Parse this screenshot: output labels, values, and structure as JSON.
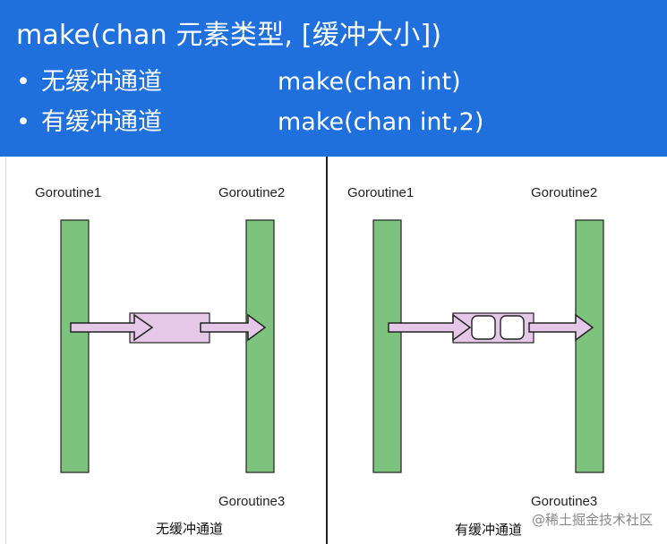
{
  "header": {
    "title": "make(chan 元素类型, [缓冲大小])",
    "rows": [
      {
        "bullet": "•",
        "label": "无缓冲通道",
        "code": "make(chan int)"
      },
      {
        "bullet": "•",
        "label": "有缓冲通道",
        "code": "make(chan int,2)"
      }
    ],
    "background_color": "#1f6fdc"
  },
  "left_diagram": {
    "goroutine_a": "Goroutine1",
    "goroutine_b": "Goroutine2",
    "goroutine_c": "Goroutine3",
    "caption": "无缓冲通道",
    "buffer_slots": 0
  },
  "right_diagram": {
    "goroutine_a": "Goroutine1",
    "goroutine_b": "Goroutine2",
    "goroutine_c": "Goroutine3",
    "caption": "有缓冲通道",
    "buffer_slots": 2
  },
  "watermark": "@稀土掘金技术社区",
  "colors": {
    "goroutine_bar": "#7dc27d",
    "channel_fill": "#e5c8e8",
    "arrow_fill": "#e5c8e8",
    "outline": "#222222"
  }
}
